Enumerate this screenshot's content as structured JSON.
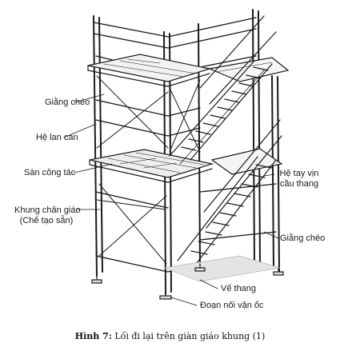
{
  "labels": {
    "giang_cheo_left": "Giằng chéo",
    "he_lan_can": "Hệ lan can",
    "san_cong_tac": "Sàn công tác",
    "khung_chan_giao_1": "Khung chân giáo",
    "khung_chan_giao_2": "(Chế tạo sẵn)",
    "he_tay_vin_1": "Hệ tay vịn",
    "he_tay_vin_2": "cầu thang",
    "giang_cheo_right": "Giằng chéo",
    "vo_thang": "Vế thang",
    "doan_noi_van_oc": "Đoạn nối vặn ốc"
  },
  "caption": {
    "prefix": "Hình 7:",
    "text": "Lối đi lại trên giàn giáo khung (1)"
  }
}
